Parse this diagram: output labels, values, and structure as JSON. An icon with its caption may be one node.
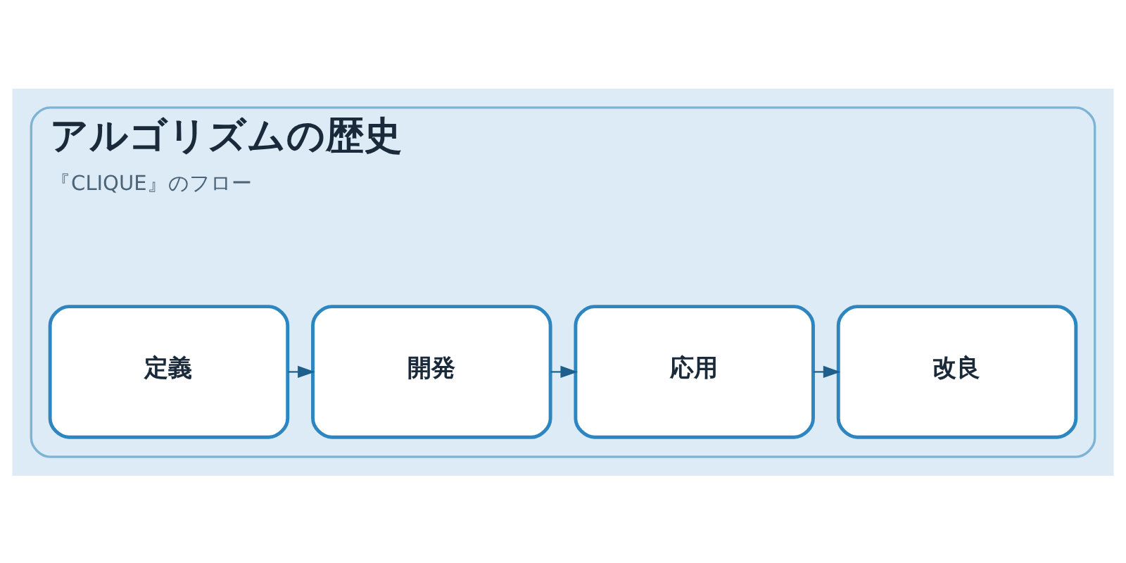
{
  "diagram": {
    "nodes": [
      {
        "text": [
          "アルゴリズムの歴史",
          "『CLIQUE』のフロー"
        ]
      },
      {
        "text": [
          "定義"
        ],
        "in": 0
      },
      {
        "text": [
          "開発"
        ],
        "in": 0
      },
      {
        "text": [
          "応用"
        ],
        "in": 0
      },
      {
        "text": [
          "改良"
        ],
        "in": 0
      }
    ],
    "edges": [
      {
        "from": 1,
        "to": 2,
        "arrow": "to"
      },
      {
        "from": 2,
        "to": 3,
        "arrow": "to"
      },
      {
        "from": 3,
        "to": 4,
        "arrow": "to"
      }
    ]
  }
}
